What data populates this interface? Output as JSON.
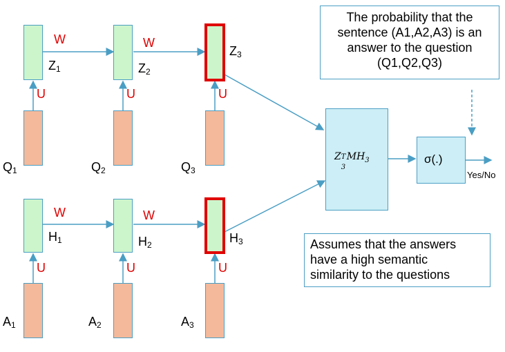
{
  "query_chain": {
    "inputs": [
      "Q",
      "Q",
      "Q"
    ],
    "input_subs": [
      "1",
      "2",
      "3"
    ],
    "states": [
      "Z",
      "Z",
      "Z"
    ],
    "state_subs": [
      "1",
      "2",
      "3"
    ]
  },
  "answer_chain": {
    "inputs": [
      "A",
      "A",
      "A"
    ],
    "input_subs": [
      "1",
      "2",
      "3"
    ],
    "states": [
      "H",
      "H",
      "H"
    ],
    "state_subs": [
      "1",
      "2",
      "3"
    ]
  },
  "recurrent_weight": "W",
  "input_weight": "U",
  "score_formula": {
    "base": "Z",
    "sup": "T",
    "sub": "3",
    "mid": "MH",
    "tail": "3"
  },
  "sigmoid_label": "σ(.)",
  "output_label": "Yes/No",
  "callout_top": "The probability that the\nsentence (A1,A2,A3) is an\nanswer to the question\n(Q1,Q2,Q3)",
  "callout_bottom": "Assumes that the answers\nhave a high semantic\nsimilarity to the questions",
  "colors": {
    "hidden_fill": "#ccf5cc",
    "input_fill": "#f4b99b",
    "score_fill": "#cdeef6",
    "highlight": "#e00000",
    "arrow": "#4a9ec4"
  }
}
